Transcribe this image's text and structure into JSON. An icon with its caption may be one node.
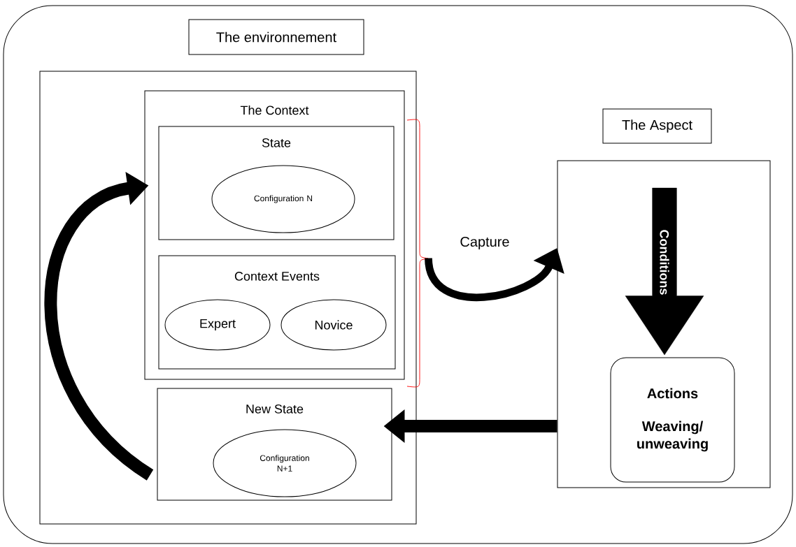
{
  "diagram": {
    "nodes": [
      {
        "text": [
          "The environnement"
        ]
      },
      {
        "text": [],
        "shape": "box"
      },
      {
        "text": [
          "The Context"
        ],
        "in": 1
      },
      {
        "text": [
          "State"
        ],
        "in": 2
      },
      {
        "text": [
          "Configuration N"
        ],
        "in": 3
      },
      {
        "text": [
          "Context Events"
        ],
        "in": 2
      },
      {
        "text": [
          "Expert"
        ],
        "in": 5
      },
      {
        "text": [
          "Novice"
        ],
        "in": 5
      },
      {
        "text": [
          "New State"
        ],
        "in": 1
      },
      {
        "text": [
          "Configuration N+1"
        ],
        "in": 8
      },
      {
        "text": [
          "The Aspect"
        ]
      },
      {
        "text": [],
        "shape": "box"
      },
      {
        "text": [
          "Conditions"
        ],
        "in": 11
      },
      {
        "text": [
          "Actions",
          "Weaving/ unweaving"
        ],
        "in": 11
      }
    ],
    "edges": [
      {
        "from": 2,
        "to": 11,
        "arrow": "to",
        "label": "Capture"
      },
      {
        "from": 11,
        "to": 8,
        "arrow": "to"
      },
      {
        "from": 8,
        "to": 2,
        "arrow": "to"
      }
    ]
  }
}
